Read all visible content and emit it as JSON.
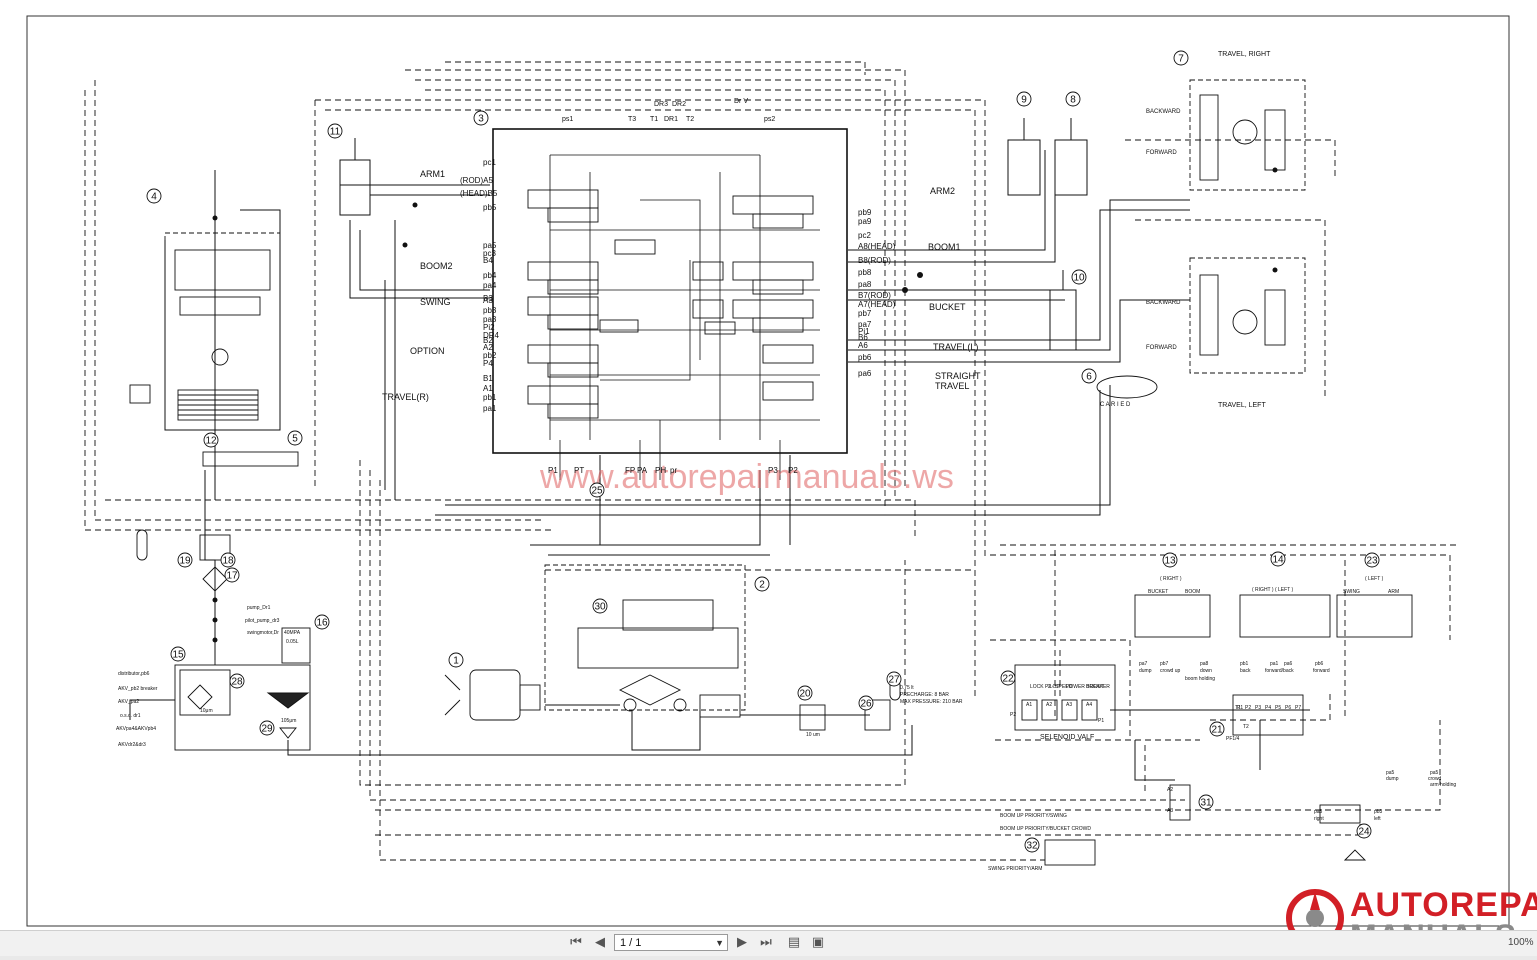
{
  "viewer": {
    "page_indicator": "1 / 1",
    "zoom": "100%"
  },
  "branding": {
    "logo_line1": "AUTOREPAIR",
    "logo_line2": "MANUALS.ws",
    "watermark": "www.autorepairmanuals.ws"
  },
  "colors": {
    "line": "#111111",
    "accent": "#d21f26",
    "watermark": "#e06060"
  },
  "diagram": {
    "callouts": [
      "1",
      "2",
      "3",
      "4",
      "5",
      "6",
      "7",
      "8",
      "9",
      "10",
      "11",
      "12",
      "13",
      "14",
      "15",
      "16",
      "17",
      "18",
      "19",
      "20",
      "21",
      "22",
      "23",
      "24",
      "25",
      "26",
      "27",
      "28",
      "29",
      "30",
      "31",
      "32"
    ],
    "section_labels": {
      "arm1": "ARM1",
      "arm2": "ARM2",
      "boom1": "BOOM1",
      "boom2": "BOOM2",
      "swing": "SWING",
      "bucket": "BUCKET",
      "option": "OPTION",
      "travel_l": "TRAVEL(L)",
      "travel_r": "TRAVEL(R)",
      "straight": "STRAIGHT",
      "travel": "TRAVEL",
      "travel_right": "TRAVEL, RIGHT",
      "travel_left": "TRAVEL, LEFT",
      "backward": "BACKWARD",
      "forward": "FORWARD",
      "selenoid": "SELENOID VALF",
      "caried": "C A R I E D"
    },
    "port_labels_left": [
      "pc1",
      "(ROD)A5",
      "(HEAD)B5",
      "pb5",
      "pa5",
      "pc3",
      "B4",
      "pb4",
      "pa4",
      "B3",
      "A3",
      "pb3",
      "pa3",
      "Pi2",
      "DR4",
      "B2",
      "A2",
      "pb2",
      "P4",
      "B1",
      "A1",
      "pb1",
      "pa1"
    ],
    "port_labels_right": [
      "pb9",
      "pa9",
      "pc2",
      "A8(HEAD)",
      "B8(ROD)",
      "pb8",
      "pa8",
      "B7(ROD)",
      "A7(HEAD)",
      "pb7",
      "pa7",
      "Pi1",
      "B6",
      "A6",
      "pb6",
      "pa6"
    ],
    "top_ports": [
      "ps1",
      "T3",
      "T1",
      "DR1",
      "T2",
      "ps2",
      "DR3",
      "DR2",
      "Dr V"
    ],
    "bottom_ports": [
      "P1",
      "PT",
      "FP",
      "PA",
      "PH",
      "pr",
      "P3",
      "P2"
    ],
    "pilot_labels": [
      "distributor,pb6",
      "AKV_pb2 breaker",
      "AKV_pa2",
      "o.s.c. dr1",
      "AKVpa4&AKVpb4",
      "AKVdr2&dr3"
    ],
    "pump_labels": [
      "pump_Dr1",
      "pilot_pump_dr3",
      "swingmotor,Dr"
    ],
    "filter_labels": [
      "10μm",
      "105μm",
      "40MPA",
      "0.05L"
    ],
    "accumulator": [
      "0.75 lt",
      "PRECHARGE: 8 BAR",
      "MAX PRESSURE: 210 BAR"
    ],
    "right_groups": {
      "g13_title": "( RIGHT )",
      "g13_items": [
        "BUCKET",
        "BOOM"
      ],
      "g14_title": "( RIGHT )      ( LEFT )",
      "g23_title": "( LEFT )",
      "g23_items": [
        "SWING",
        "ARM"
      ],
      "sub_labels": [
        "pa7",
        "dump",
        "pb7",
        "crowd up",
        "pa8",
        "down",
        "boom holding",
        "pb1",
        "back",
        "pa1",
        "pa6",
        "forward/back",
        "pb6",
        "forward",
        "pa5",
        "dump",
        "pa5",
        "crowd",
        "arm holding",
        "pa3",
        "right",
        "pb3",
        "left"
      ]
    },
    "priority_labels": [
      "BOOM UP PRIORITY/SWING",
      "BOOM UP PRIORITY/BUCKET CROWD",
      "SWING PRIORITY/ARM"
    ],
    "solenoid_ports": [
      "LOCK PILOT",
      "2 - SPEED",
      "POWER BOOST",
      "BREAKER",
      "P1",
      "P2",
      "A1",
      "A2",
      "A3",
      "A4"
    ],
    "misc": [
      "PF1/4",
      "T1",
      "P2",
      "P3",
      "P4",
      "P5",
      "P6",
      "P7",
      "T2",
      "P1",
      "A2",
      "A3",
      "10 um"
    ]
  }
}
